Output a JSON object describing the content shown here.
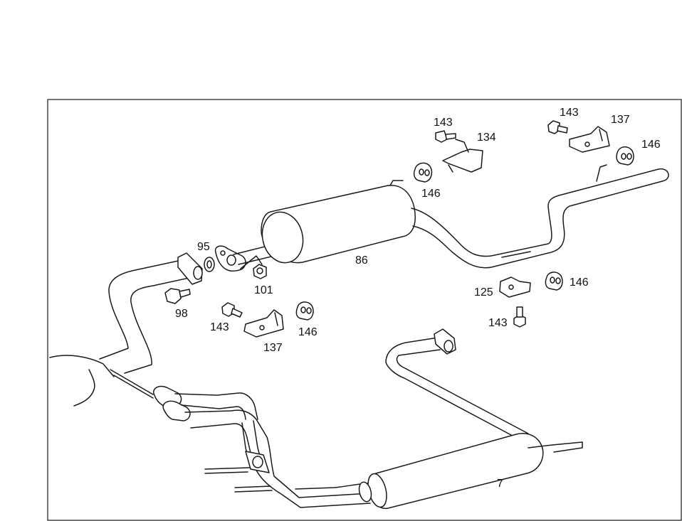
{
  "labels": {
    "l86": "86",
    "l7": "7",
    "l95": "95",
    "l98": "98",
    "l101": "101",
    "l125": "125",
    "l134": "134",
    "l137a": "137",
    "l137b": "137",
    "l143a": "143",
    "l143b": "143",
    "l143c": "143",
    "l143d": "143",
    "l146a": "146",
    "l146b": "146",
    "l146c": "146",
    "l146d": "146"
  }
}
